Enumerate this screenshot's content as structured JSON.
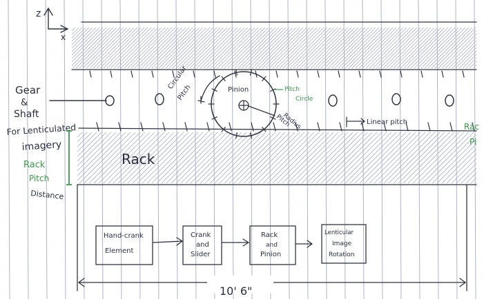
{
  "axes": {
    "z_label": "z",
    "x_label": "x"
  },
  "labels": {
    "gear_shaft": [
      "Gear",
      "&",
      "Shaft"
    ],
    "lenticular": [
      "For Lenticulated",
      "imagery"
    ],
    "rack_pitch_distance": [
      "Rack",
      "Pitch",
      "Distance"
    ],
    "circular_pitch": [
      "Circular",
      "Pitch"
    ],
    "pinion": "Pinion",
    "pitch_circle": [
      "Pitch",
      "Circle"
    ],
    "pitch_radius": [
      "Pitch",
      "Radius"
    ],
    "linear_pitch": "Linear pitch",
    "rack": "Rack",
    "right_edge": [
      "Rac",
      "Pi"
    ],
    "dimension": "10' 6\""
  },
  "flow": {
    "steps": [
      [
        "Hand-crank",
        "Element"
      ],
      [
        "Crank",
        "and",
        "Slider"
      ],
      [
        "Rack",
        "and",
        "Pinion"
      ],
      [
        "Lenticular",
        "Image",
        "Rotation"
      ]
    ]
  },
  "colors": {
    "paper": "#ffffff",
    "ruled_line": "#8e95b8",
    "pencil": "#2f3340",
    "green_ink": "#3a9a4a",
    "hatch": "#a9adc4"
  }
}
